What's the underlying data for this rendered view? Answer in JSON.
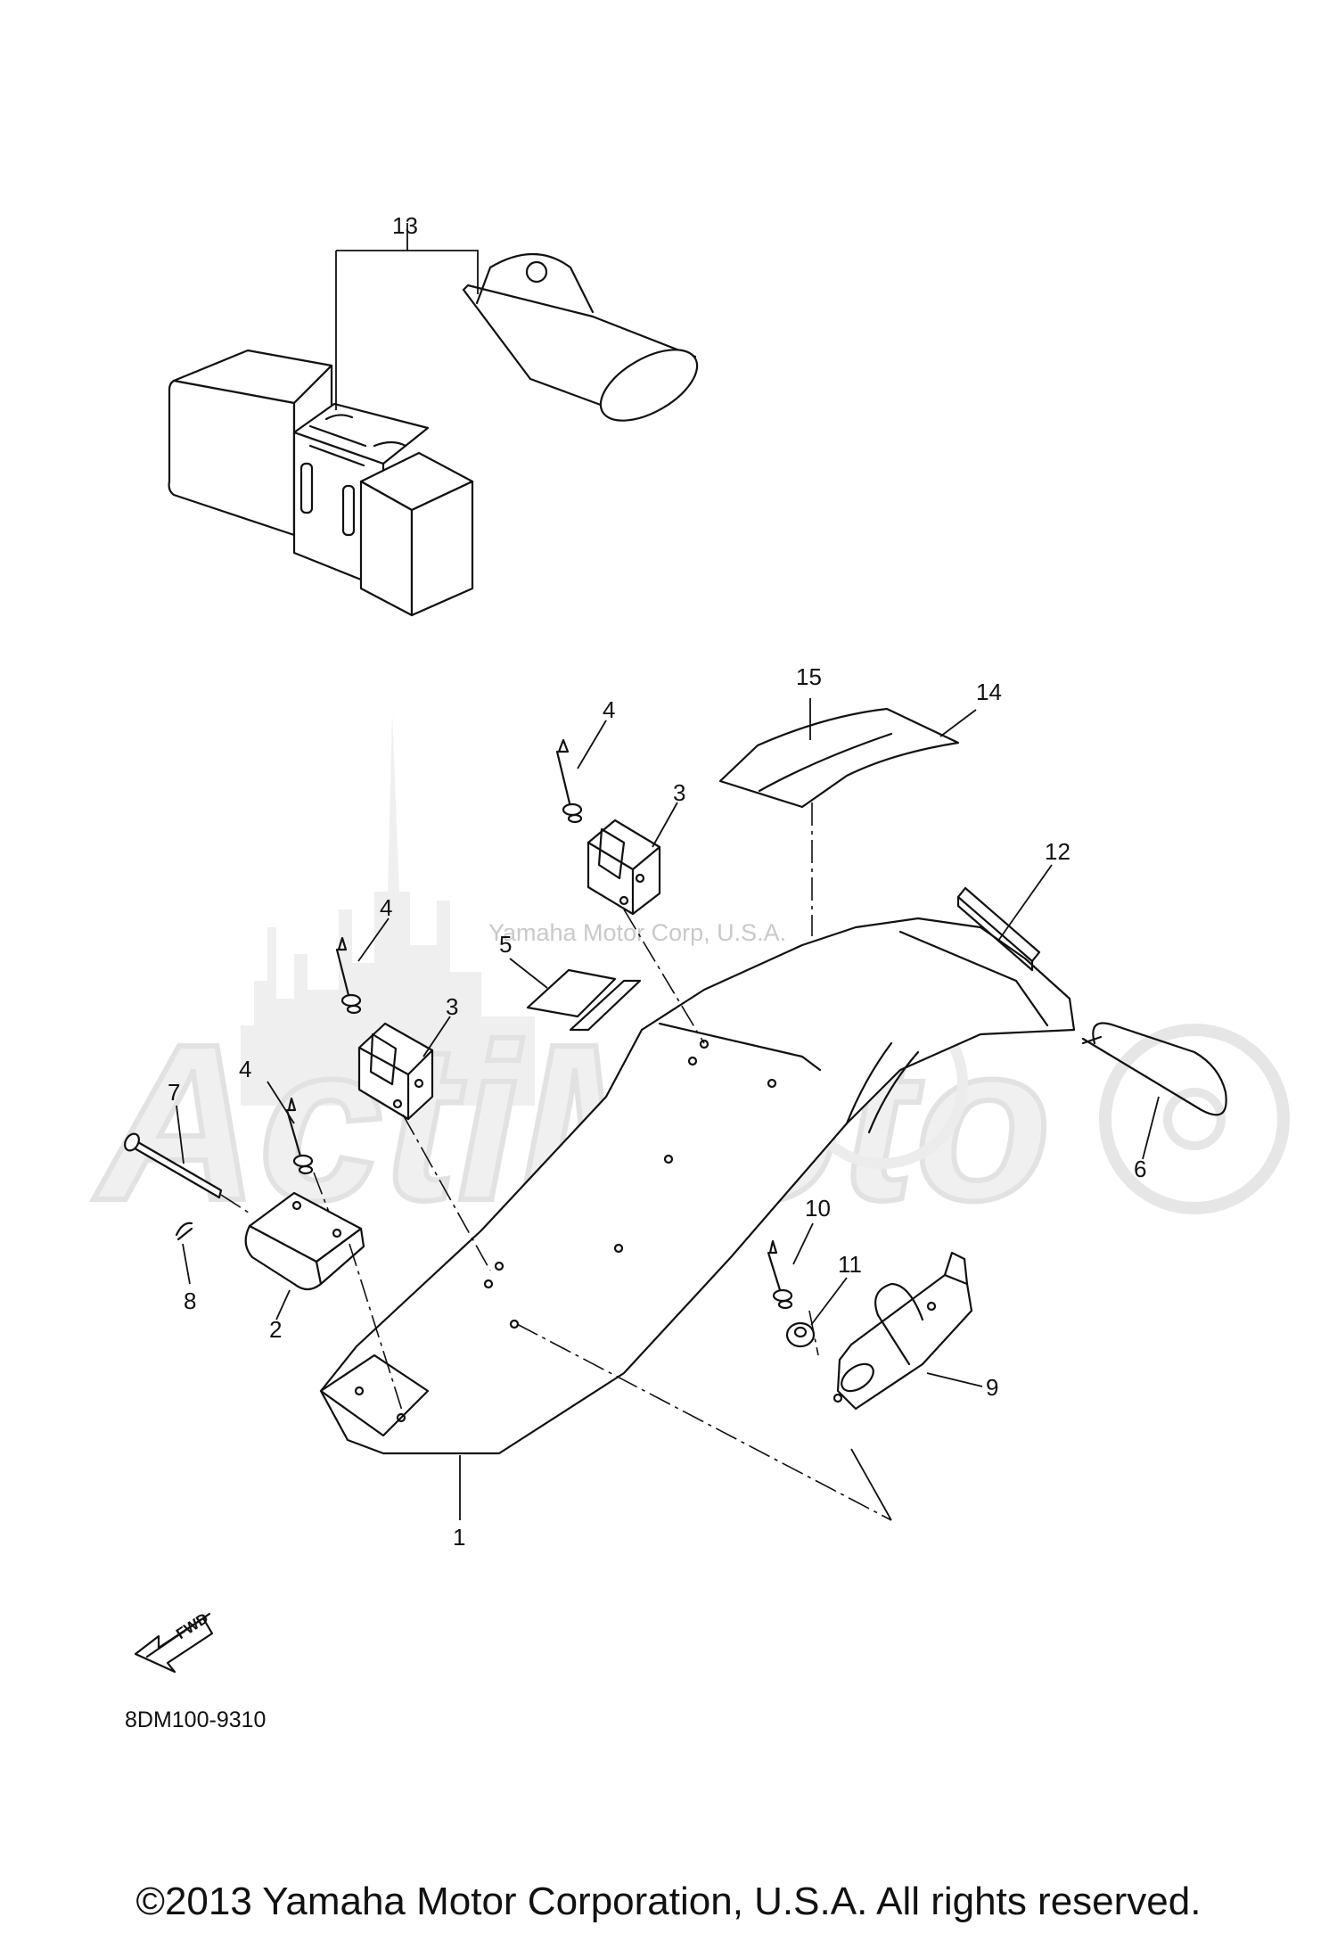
{
  "diagram_code": "8DM100-9310",
  "watermark_text": "Yamaha Motor Corp, U.S.A.",
  "watermark_logo_text": "ActiMoto",
  "fwd_label": "FWD",
  "copyright": "©2013 Yamaha Motor Corporation, U.S.A. All rights reserved.",
  "callouts": {
    "c1": "1",
    "c2": "2",
    "c3a": "3",
    "c3b": "3",
    "c4a": "4",
    "c4b": "4",
    "c4c": "4",
    "c5": "5",
    "c6": "6",
    "c7": "7",
    "c8": "8",
    "c9": "9",
    "c10": "10",
    "c11": "11",
    "c12": "12",
    "c13": "13",
    "c14": "14",
    "c15": "15"
  }
}
